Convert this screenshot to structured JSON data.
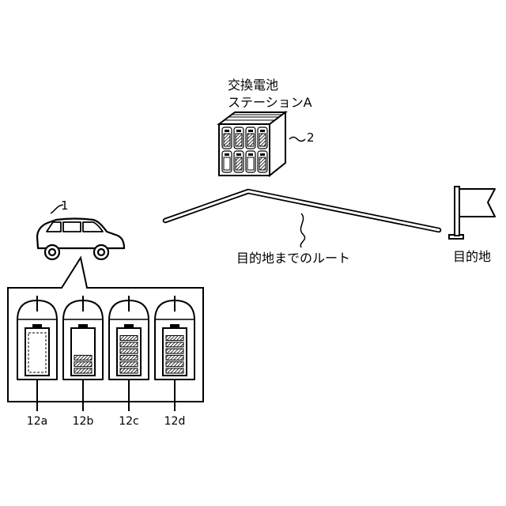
{
  "station": {
    "title_line1": "交換電池",
    "title_line2": "ステーションA",
    "ref": "2"
  },
  "vehicle": {
    "ref": "1"
  },
  "route": {
    "label": "目的地までのルート"
  },
  "destination": {
    "label": "目的地"
  },
  "batteries": [
    {
      "id": "12a",
      "charge_bars": 0,
      "state": "empty"
    },
    {
      "id": "12b",
      "charge_bars": 3,
      "state": "partial"
    },
    {
      "id": "12c",
      "charge_bars": 6,
      "state": "full"
    },
    {
      "id": "12d",
      "charge_bars": 6,
      "state": "full"
    }
  ]
}
